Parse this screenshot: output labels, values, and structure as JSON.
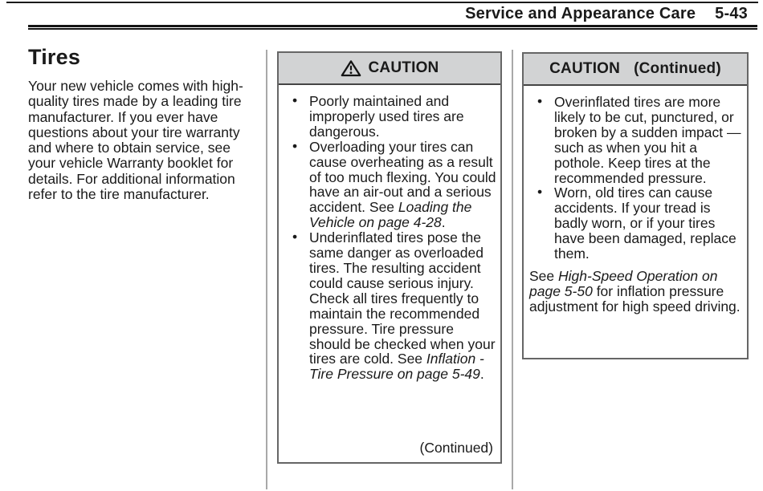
{
  "glyphs": {
    "bullet": "•"
  },
  "colors": {
    "text": "#1a1a1a",
    "caution_header_bg": "#d2d3d4",
    "box_border": "#666666",
    "rule": "#141414",
    "column_separator": "#a8a8a8"
  },
  "header": {
    "title": "Service and Appearance Care",
    "page_number": "5-43"
  },
  "left_column": {
    "heading": "Tires",
    "body": "Your new vehicle comes with high-quality tires made by a leading tire manufacturer. If you ever have questions about your tire warranty and where to obtain service, see your vehicle Warranty booklet for details. For additional information refer to the tire manufacturer."
  },
  "caution_box_1": {
    "header_label": "CAUTION",
    "icon": "warning-triangle-icon",
    "bullets": {
      "b1": {
        "t1": "Poorly maintained and improperly used tires are dangerous."
      },
      "b2": {
        "t1": "Overloading your tires can cause overheating as a result of too much flexing. You could have an air-out and a serious accident. See ",
        "i1": "Loading the Vehicle on page 4-28",
        "t2": "."
      },
      "b3": {
        "t1": "Underinflated tires pose the same danger as overloaded tires. The resulting accident could cause serious injury. Check all tires frequently to maintain the recommended pressure. Tire pressure should be checked when your tires are cold. See ",
        "i1": "Inflation - Tire Pressure on page 5-49",
        "t2": "."
      }
    },
    "continued_note": "(Continued)"
  },
  "caution_box_2": {
    "header_label": "CAUTION",
    "header_continued": "(Continued)",
    "bullets": {
      "b1": {
        "t1": "Overinflated tires are more likely to be cut, punctured, or broken by a sudden impact — such as when you hit a pothole. Keep tires at the recommended pressure."
      },
      "b2": {
        "t1": "Worn, old tires can cause accidents. If your tread is badly worn, or if your tires have been damaged, replace them."
      }
    },
    "footer": {
      "t1": "See ",
      "i1": "High-Speed Operation on page 5-50",
      "t2": " for inflation pressure adjustment for high speed driving."
    }
  }
}
